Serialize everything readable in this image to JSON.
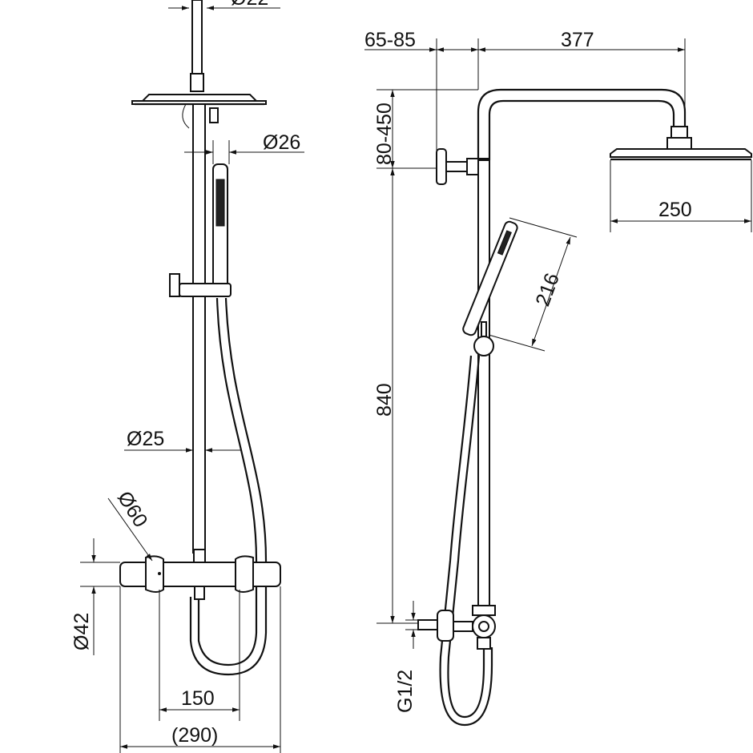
{
  "front_view": {
    "top_pipe_diameter": "Ø22",
    "handshower_diameter": "Ø26",
    "rail_diameter": "Ø25",
    "knob_diameter": "Ø60",
    "valve_body_diameter": "Ø42",
    "inlet_center_distance": "150",
    "overall_width": "(290)"
  },
  "side_view": {
    "wall_offset": "65-85",
    "arm_reach": "377",
    "height_adjust": "80-450",
    "head_width": "250",
    "handshower_length": "216",
    "rail_height": "840",
    "thread_size": "G1/2"
  }
}
